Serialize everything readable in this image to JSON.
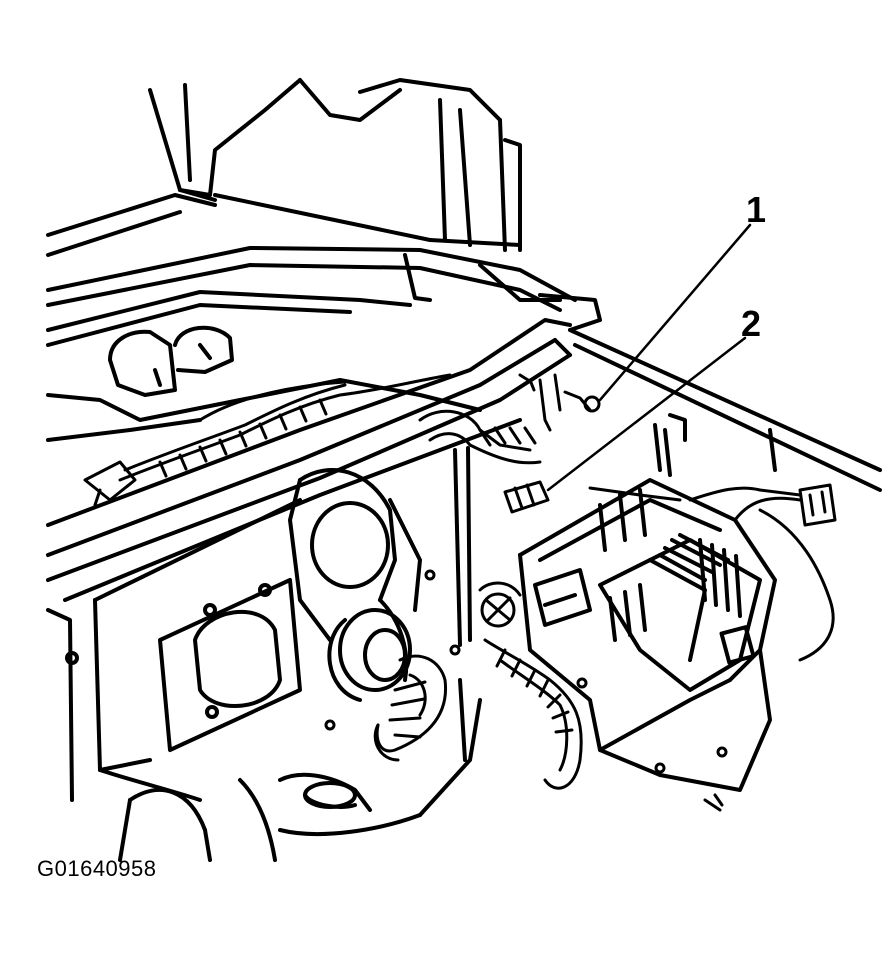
{
  "callouts": [
    {
      "label": "1"
    },
    {
      "label": "2"
    }
  ],
  "figure_id": "G01640958",
  "colors": {
    "ink": "#000000",
    "paper": "#ffffff"
  }
}
